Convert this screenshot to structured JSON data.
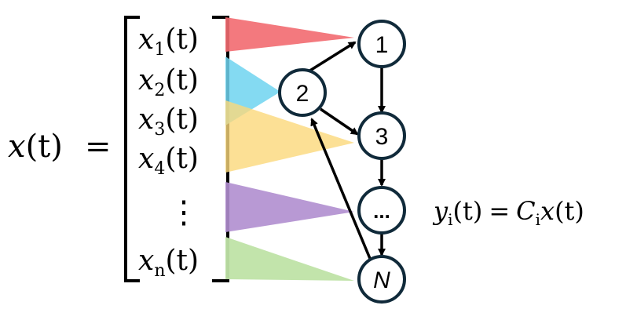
{
  "lhs": {
    "func": "x",
    "arg": "(t)",
    "equals": "="
  },
  "state_vector": {
    "entries": [
      {
        "base": "x",
        "sub": "1",
        "arg": "(t)"
      },
      {
        "base": "x",
        "sub": "2",
        "arg": "(t)"
      },
      {
        "base": "x",
        "sub": "3",
        "arg": "(t)"
      },
      {
        "base": "x",
        "sub": "4",
        "arg": "(t)"
      },
      {
        "base": "x",
        "sub": "n",
        "arg": "(t)"
      }
    ],
    "vdots": "⋮"
  },
  "nodes": [
    {
      "id": "n1",
      "label": "1"
    },
    {
      "id": "n2",
      "label": "2"
    },
    {
      "id": "n3",
      "label": "3"
    },
    {
      "id": "ndots",
      "label": "..."
    },
    {
      "id": "nN",
      "label": "N"
    }
  ],
  "edges": [
    {
      "from": "2",
      "to": "1"
    },
    {
      "from": "2",
      "to": "3"
    },
    {
      "from": "1",
      "to": "3"
    },
    {
      "from": "3",
      "to": "..."
    },
    {
      "from": "...",
      "to": "N"
    },
    {
      "from": "N",
      "to": "2"
    }
  ],
  "wedge_colors": {
    "red": "#f26a70",
    "blue": "#6fd3f0",
    "yellow": "#fbd87a",
    "purple": "#b08ecf",
    "green": "#bfe3a6"
  },
  "output": {
    "y": "y",
    "sub": "i",
    "arg": "(t)",
    "equals": "=",
    "C": "C",
    "csub": "i",
    "x": "x",
    "xarg": "(t)"
  }
}
